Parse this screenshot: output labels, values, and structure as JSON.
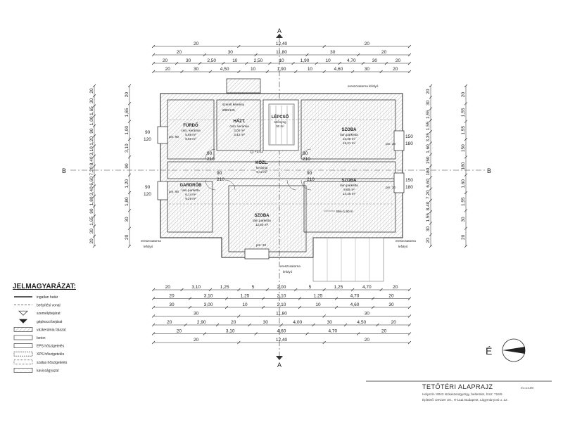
{
  "section_marks": {
    "a": "A",
    "b": "B"
  },
  "north_mark": "É",
  "dims_top": [
    [
      "20",
      "12,40",
      "20"
    ],
    [
      "20",
      "30",
      "11,80",
      "30",
      "20"
    ],
    [
      "20",
      "30",
      "2,50",
      "10",
      "2,50",
      "10",
      "1,90",
      "10",
      "4,70",
      "30",
      "20"
    ],
    [
      "20",
      "30",
      "4,50",
      "10",
      "1,90",
      "10",
      "4,60",
      "30",
      "20"
    ]
  ],
  "dims_bottom": [
    [
      "20",
      "3,10",
      "1,25",
      "5",
      "2,00",
      "5",
      "1,25",
      "4,70",
      "20"
    ],
    [
      "20",
      "3,10",
      "1,25",
      "2,10",
      "1,25",
      "4,70",
      "20"
    ],
    [
      "30",
      "3,00",
      "10",
      "2,10",
      "10",
      "4,60",
      "30"
    ],
    [
      "30",
      "11,80",
      "30"
    ],
    [
      "20",
      "2,90",
      "20",
      "30",
      "4,00",
      "30",
      "4,50",
      "20"
    ],
    [
      "20",
      "3,10",
      "4,60",
      "4,70",
      "20"
    ],
    [
      "20",
      "12,40",
      "20"
    ]
  ],
  "dims_left_outer": [
    "20",
    "30",
    "1,65",
    "1,00",
    "90",
    "1,20",
    "3,10",
    "8,40",
    "7,20",
    "6,60",
    "3,40",
    "1,80",
    "90",
    "1,65",
    "30",
    "20"
  ],
  "dims_left_inner": [
    "20",
    "1,65",
    "1,00",
    "3,10",
    "90",
    "1,20",
    "1,80",
    "30",
    "20"
  ],
  "dims_right_outer": [
    "20",
    "30",
    "1,55",
    "1,55",
    "3,35",
    "1,60",
    "150",
    "180",
    "6,60",
    "7,20",
    "8,40",
    "1,55",
    "30",
    "20"
  ],
  "dims_right_inner": [
    "20",
    "1,55",
    "1,55",
    "150",
    "180",
    "1,60",
    "1,55",
    "30",
    "20"
  ],
  "window_labels": {
    "left_a": [
      "90",
      "120"
    ],
    "left_b": [
      "90",
      "120"
    ],
    "right_a": [
      "150",
      "180"
    ],
    "right_b": [
      "150",
      "180"
    ],
    "door_90": "90",
    "door_210": "210",
    "pm_90": "pm: 90",
    "pm_30": "pm: 30"
  },
  "rooms": [
    {
      "name": "FÜRDŐ",
      "lines": [
        "csm. kerámia",
        "5,88 m²",
        "8,50 m²"
      ]
    },
    {
      "name": "HÁZT.",
      "lines": [
        "csm. kerámia",
        "3,00 m²",
        "3,42 m²"
      ]
    },
    {
      "name": "LÉPCSŐ",
      "lines": [
        "szőnyeg",
        "30 m²"
      ]
    },
    {
      "name": "SZOBA",
      "lines": [
        "lam.parketta",
        "10,38 m²",
        "15,41 m²"
      ]
    },
    {
      "name": "KÖZL.",
      "lines": [
        "kerámia",
        "9,12 m²"
      ]
    },
    {
      "name": "GARDRÓB",
      "lines": [
        "lam.parketta",
        "6,14 m²",
        "9,29 m²"
      ]
    },
    {
      "name": "SZOBA",
      "lines": [
        "lam.parketta",
        "9,65 m²",
        "14,49 m²"
      ]
    },
    {
      "name": "SZOBA",
      "lines": [
        "lam.parketta",
        "12,80 m²"
      ]
    }
  ],
  "annotations": {
    "chimney": "szerelt kémény",
    "chimney_d": "Ø80/125",
    "level": "+3,03",
    "bm": "BM=1,90 m",
    "gutter_top": "ereszcsatorna lefolyó",
    "gutter_left": [
      "ereszcsatorna",
      "lefolyó"
    ],
    "gutter_right": [
      "ereszcsatorna",
      "lefolyó"
    ],
    "gutter_bottom": [
      "ereszcsatorna",
      "lefolyó"
    ]
  },
  "legend": {
    "title": "JELMAGYARÁZAT:",
    "items": [
      "ingatlan határ",
      "beépítési vonal",
      "személybejárat",
      "gépkocsi bejárat",
      "vázkerámia falazat",
      "beton",
      "EPS hőszigetelés",
      "XPS hőszigetelés",
      "szálas hőszigetelés",
      "kavicságyazat"
    ]
  },
  "title_block": {
    "title": "TETŐTÉRI ALAPRAJZ",
    "scale": "m=1:100",
    "line1": "Helyszín: 8043 Iszkaszentgyörgy, belterület, hrsz: 716/9",
    "line2": "Építtető: Devizer Zrt., H-1111 Budapest, Lágymányosi u. 12."
  }
}
